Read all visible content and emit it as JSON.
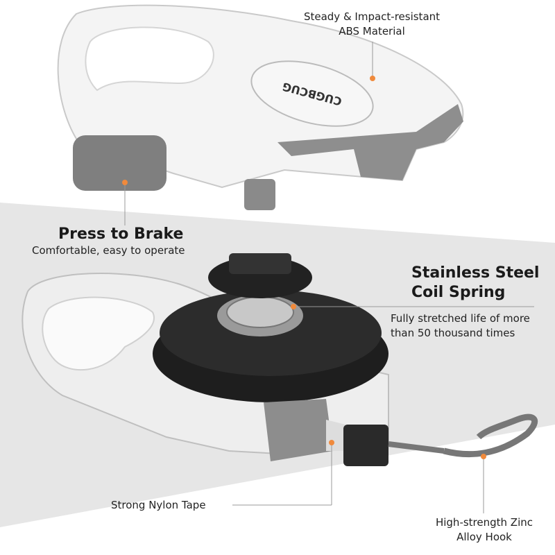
{
  "brand_logo": "CUGBCUG",
  "accent_color": "#f08a3c",
  "callouts": {
    "abs": {
      "line1": "Steady & Impact-resistant",
      "line2": "ABS Material"
    },
    "brake": {
      "title": "Press to Brake",
      "subtitle": "Comfortable, easy to operate"
    },
    "spring": {
      "title_line1": "Stainless Steel",
      "title_line2": "Coil Spring",
      "desc_line1": "Fully stretched life of more",
      "desc_line2": "than 50 thousand times"
    },
    "tape": {
      "label": "Strong Nylon Tape"
    },
    "hook": {
      "line1": "High-strength Zinc",
      "line2": "Alloy Hook"
    }
  }
}
